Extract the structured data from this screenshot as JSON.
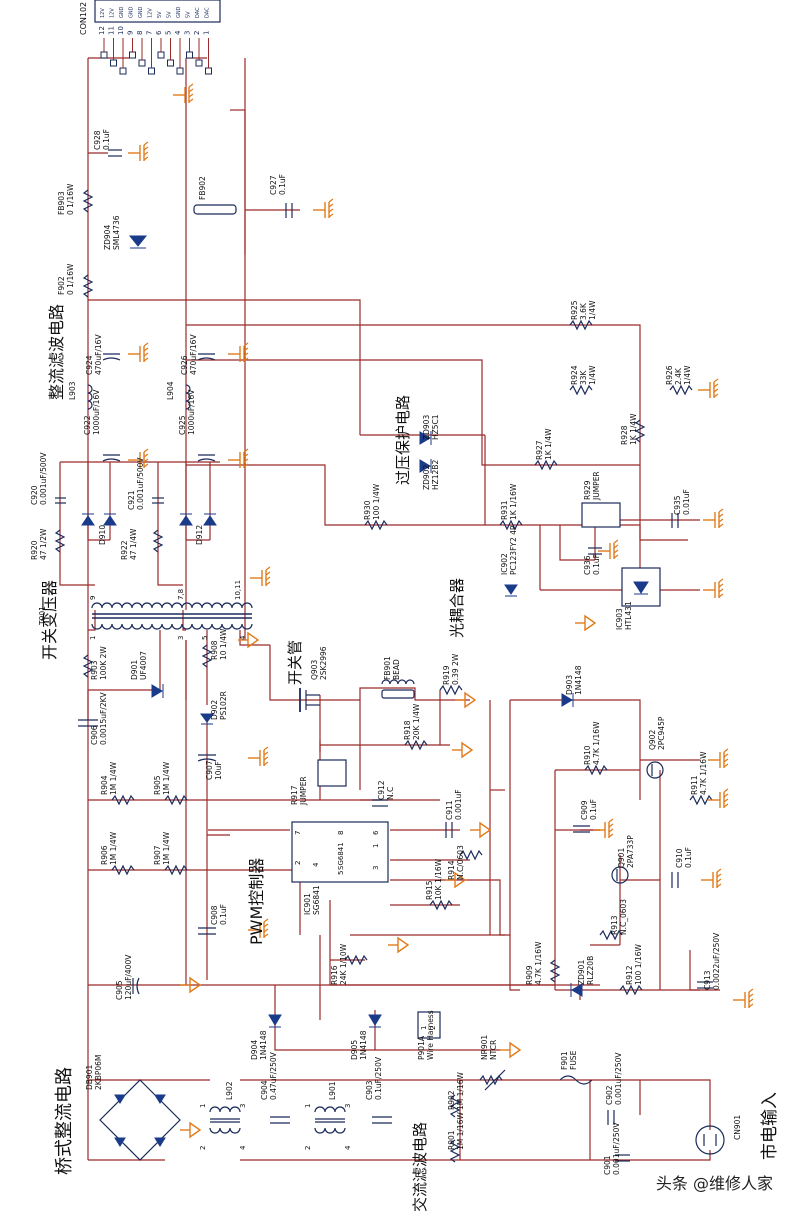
{
  "colors": {
    "wire": "#9b2a2a",
    "ground": "#e07a1a",
    "component": "#1a2a5a",
    "label": "#111111",
    "diode_fill": "#1a3a8a"
  },
  "section_labels": {
    "bridge": "桥式整流电路",
    "rectifier": "整流滤波电路",
    "transformer": "开关变压器",
    "switch": "开关管",
    "pwm": "PWM控制器",
    "opto": "光耦合器",
    "ovp": "过压保护电路",
    "mains": "市电输入",
    "ac_filter": "交流滤波电路"
  },
  "connector": {
    "ref": "CON102",
    "pins": [
      "12",
      "11",
      "10",
      "9",
      "8",
      "7",
      "6",
      "5",
      "4",
      "3",
      "2",
      "1"
    ],
    "nets": [
      "12V",
      "12V",
      "GND",
      "GND",
      "GND",
      "12V",
      "5V",
      "5V",
      "GND",
      "5V",
      "DAC",
      "DAC"
    ]
  },
  "components": {
    "c928": [
      "C928",
      "0.1uF"
    ],
    "fb903": [
      "FB903",
      "0  1/16W"
    ],
    "zd904": [
      "ZD904",
      "SML4736"
    ],
    "fb902": "FB902",
    "c927": [
      "C927",
      "0.1uF"
    ],
    "f902": [
      "F902",
      "0  1/16W"
    ],
    "c924": [
      "C924",
      "470uF/16V"
    ],
    "c926": [
      "C926",
      "470uF/16V"
    ],
    "l903": "L903",
    "c922": [
      "C922",
      "1000uF/16V"
    ],
    "l904": "L904",
    "c925": [
      "C925",
      "1000uF/16V"
    ],
    "c920": [
      "C920",
      "0.001uF/500V"
    ],
    "c921": [
      "C921",
      "0.001uF/500V"
    ],
    "r920": [
      "R920",
      "47  1/2W"
    ],
    "r922": [
      "R922",
      "47  1/4W"
    ],
    "d910": "D910",
    "d912": "D912",
    "t901": "T901",
    "r925": [
      "R925",
      "3.6K",
      "1/4W"
    ],
    "r924": [
      "R924",
      "33K",
      "1/4W"
    ],
    "r926": [
      "R926",
      "2.4K",
      "1/4W"
    ],
    "zd903": [
      "ZD903",
      "HZ5C1"
    ],
    "zd902": [
      "ZD902",
      "HZ12B2"
    ],
    "r927": [
      "R927",
      "1K  1/4W"
    ],
    "r928": [
      "R928",
      "1K  1/4W"
    ],
    "r930": [
      "R930",
      "100  1/4W"
    ],
    "r931": [
      "R931",
      "1K  1/16W"
    ],
    "r929": [
      "R929",
      "JUMPER"
    ],
    "c935": [
      "C935",
      "0.01uF"
    ],
    "c936": [
      "C936",
      "0.1uF"
    ],
    "ic902": [
      "IC902",
      "PC123FY2 4P"
    ],
    "ic903": [
      "IC903",
      "HTL431"
    ],
    "r903": [
      "R903",
      "100K  2W"
    ],
    "d901": [
      "D901",
      "UF4007"
    ],
    "c906": [
      "C906",
      "0.0015uF/2KV"
    ],
    "r908": [
      "R908",
      "10  1/4W"
    ],
    "d902": [
      "D902",
      "PS102R"
    ],
    "c907": [
      "C907",
      "10uF"
    ],
    "q903": [
      "Q903",
      "2SK2996"
    ],
    "fb901": [
      "FB901",
      "BEAD"
    ],
    "r919": [
      "R919",
      "0.39  2W"
    ],
    "r918": [
      "R918",
      "20K  1/4W"
    ],
    "r917": [
      "R917",
      "JUMPER"
    ],
    "c912": [
      "C912",
      "N.C"
    ],
    "c911": [
      "C911",
      "0.001uF"
    ],
    "d903": [
      "D903",
      "1N4148"
    ],
    "r910": [
      "R910",
      "4.7K  1/16W"
    ],
    "q902": [
      "Q902",
      "2PC945P"
    ],
    "c909": [
      "C909",
      "0.1uF"
    ],
    "r911": [
      "R911",
      "4.7K  1/16W"
    ],
    "q901": [
      "Q901",
      "2PA733P"
    ],
    "c910": [
      "C910",
      "0.1uF"
    ],
    "r913": [
      "R913",
      "N.C_0603"
    ],
    "r914": [
      "R914",
      "N.C/0603"
    ],
    "r915": [
      "R915",
      "10K  1/16W"
    ],
    "r916": [
      "R916",
      "24K  1/10W"
    ],
    "r909": [
      "R909",
      "4.7K  1/16W"
    ],
    "zd901": [
      "ZD901",
      "RLZ20B"
    ],
    "r912": [
      "R912",
      "100  1/16W"
    ],
    "c913": [
      "C913",
      "0.0022uF/250V"
    ],
    "r904": [
      "R904",
      "1M  1/4W"
    ],
    "r905": [
      "R905",
      "1M  1/4W"
    ],
    "r906": [
      "R906",
      "1M  1/4W"
    ],
    "r907": [
      "R907",
      "1M  1/4W"
    ],
    "ic901": [
      "IC901",
      "SG6841"
    ],
    "ic901_mark": "SG6841",
    "c908": [
      "C908",
      "0.1uF"
    ],
    "c905": [
      "C905",
      "120uF/400V"
    ],
    "d904": [
      "D904",
      "1N4148"
    ],
    "d905": [
      "D905",
      "1N4148"
    ],
    "p901a": [
      "P901A",
      "Wire Harness"
    ],
    "db901": [
      "DB901",
      "2KBP06M"
    ],
    "l902": "L902",
    "c904": [
      "C904",
      "0.47uF/250V"
    ],
    "l901": "L901",
    "c903": [
      "C903",
      "0.1uF/250V"
    ],
    "r902": [
      "R902",
      "1M  1/16W"
    ],
    "r901": [
      "R901",
      "1M  1/16W"
    ],
    "nr901": [
      "NR901",
      "NTCR"
    ],
    "f901": [
      "F901",
      "FUSE"
    ],
    "c902": [
      "C902",
      "0.001uF/250V"
    ],
    "c901": [
      "C901",
      "0.001uF/250V"
    ],
    "cn901": "CN901"
  },
  "pin_numbers": {
    "ic901": [
      "7",
      "8",
      "6",
      "4",
      "5",
      "3",
      "1",
      "2"
    ],
    "t901": [
      "9",
      "7,8",
      "10,11",
      "1",
      "3",
      "5",
      "4"
    ],
    "l_coils": [
      "1",
      "2",
      "3",
      "4"
    ],
    "p901a": [
      "1",
      "2"
    ]
  },
  "watermark": "头条 @维修人家"
}
